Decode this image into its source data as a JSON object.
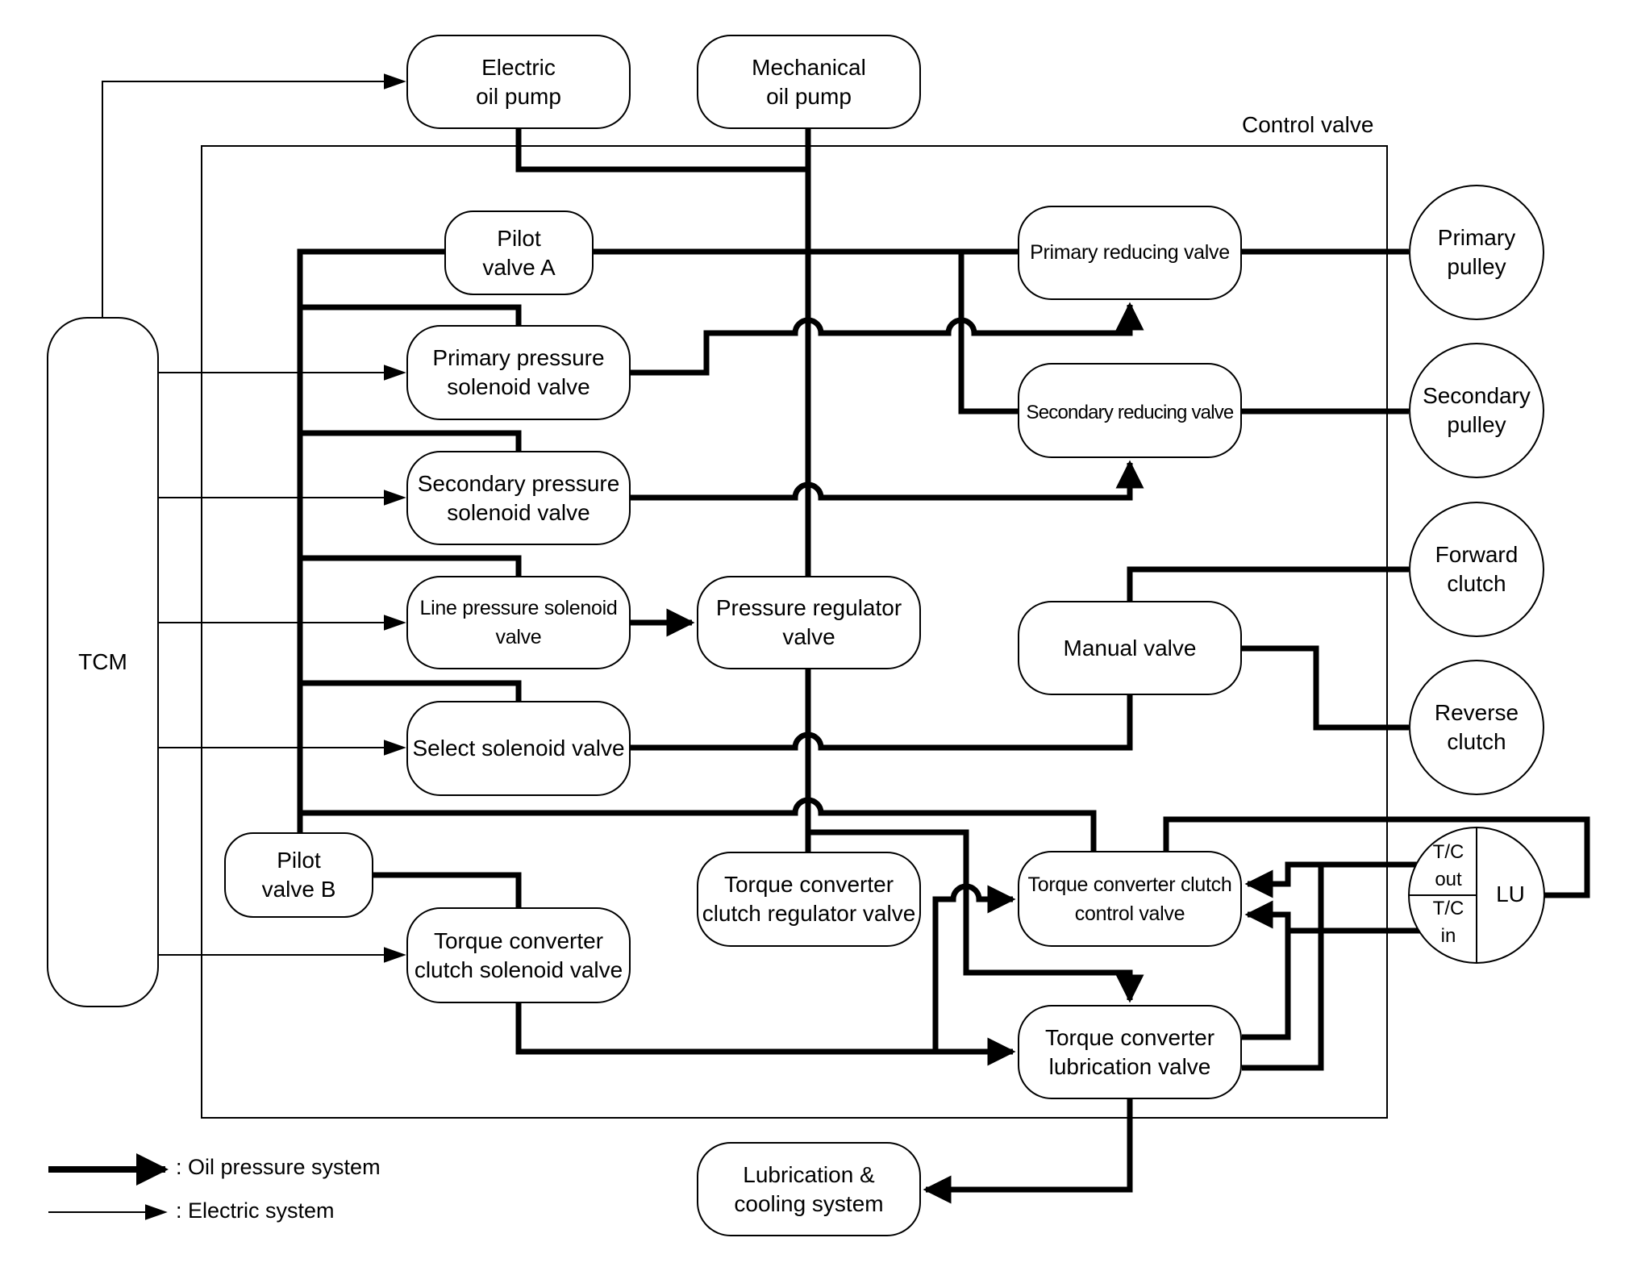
{
  "container": {
    "label": "Control valve"
  },
  "nodes": {
    "electric_oil_pump": "Electric\noil pump",
    "mechanical_oil_pump": "Mechanical\noil pump",
    "tcm": "TCM",
    "pilot_valve_a": "Pilot\nvalve A",
    "pilot_valve_b": "Pilot\nvalve B",
    "primary_pressure_solenoid_valve": "Primary pressure\nsolenoid valve",
    "secondary_pressure_solenoid_valve": "Secondary pressure\nsolenoid valve",
    "line_pressure_solenoid_valve": "Line pressure solenoid\nvalve",
    "select_solenoid_valve": "Select solenoid valve",
    "tcc_solenoid_valve": "Torque converter\nclutch solenoid valve",
    "pressure_regulator_valve": "Pressure regulator\nvalve",
    "tcc_regulator_valve": "Torque converter\nclutch regulator valve",
    "primary_reducing_valve": "Primary reducing valve",
    "secondary_reducing_valve": "Secondary reducing valve",
    "manual_valve": "Manual valve",
    "tcc_control_valve": "Torque converter clutch\ncontrol valve",
    "tc_lubrication_valve": "Torque converter\nlubrication valve",
    "lubrication_cooling_system": "Lubrication &\ncooling system",
    "primary_pulley": "Primary\npulley",
    "secondary_pulley": "Secondary\npulley",
    "forward_clutch": "Forward\nclutch",
    "reverse_clutch": "Reverse\nclutch"
  },
  "torque_converter": {
    "tc_out": "T/C\nout",
    "tc_in": "T/C\nin",
    "lu": "LU"
  },
  "legend": [
    {
      "line": "thick-arrow",
      "label": ": Oil pressure system"
    },
    {
      "line": "thin-arrow",
      "label": ": Electric system"
    }
  ]
}
